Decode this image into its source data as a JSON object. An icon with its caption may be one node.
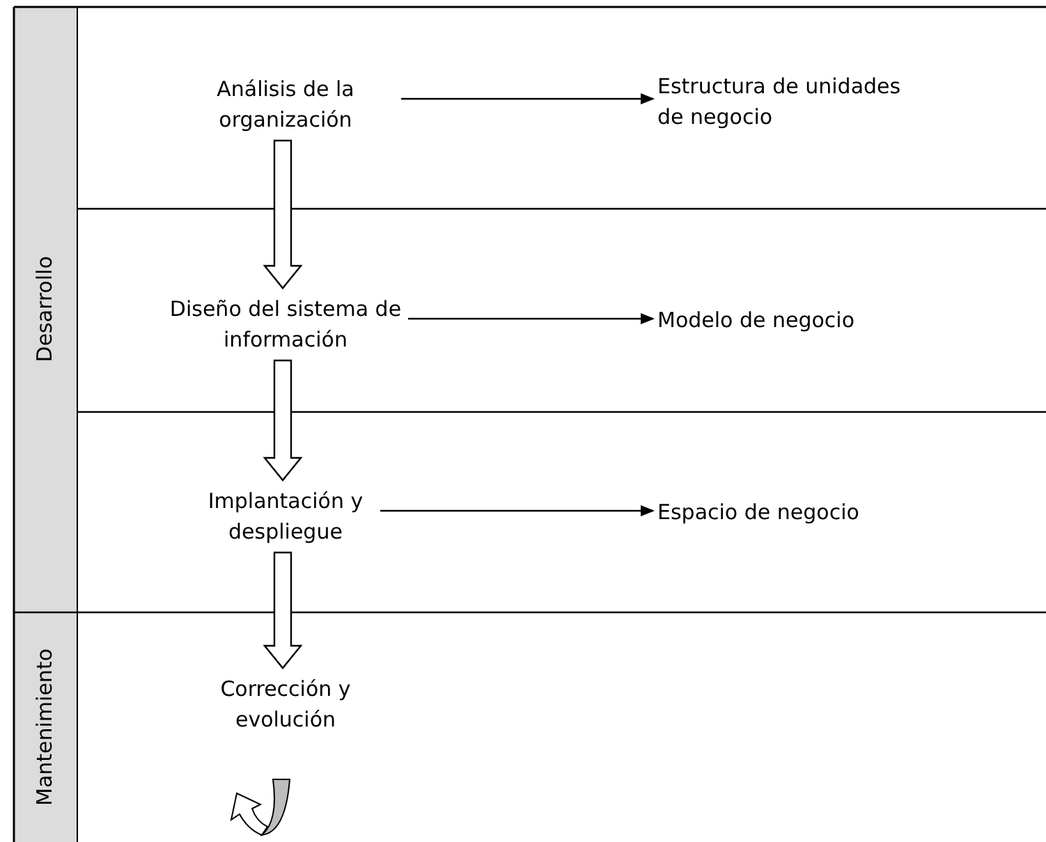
{
  "diagram": {
    "nodes": [
      {
        "text": [
          "Desarrollo"
        ]
      },
      {
        "text": [
          "Mantenimiento"
        ]
      },
      {
        "text": [
          "Análisis de la organización"
        ]
      },
      {
        "text": [
          "Estructura de unidades de negocio"
        ]
      },
      {
        "text": [
          "Diseño del sistema de información"
        ]
      },
      {
        "text": [
          "Modelo de negocio"
        ]
      },
      {
        "text": [
          "Implantación y despliegue"
        ]
      },
      {
        "text": [
          "Espacio de negocio"
        ]
      },
      {
        "text": [
          "Corrección y evolución"
        ]
      }
    ],
    "edges": [
      {
        "from": 2,
        "to": 3,
        "arrow": "to"
      },
      {
        "from": 2,
        "to": 4,
        "arrow": "to",
        "style": "thick"
      },
      {
        "from": 4,
        "to": 5,
        "arrow": "to"
      },
      {
        "from": 4,
        "to": 6,
        "arrow": "to",
        "style": "thick"
      },
      {
        "from": 6,
        "to": 7,
        "arrow": "to"
      },
      {
        "from": 6,
        "to": 8,
        "arrow": "to",
        "style": "thick"
      }
    ]
  }
}
